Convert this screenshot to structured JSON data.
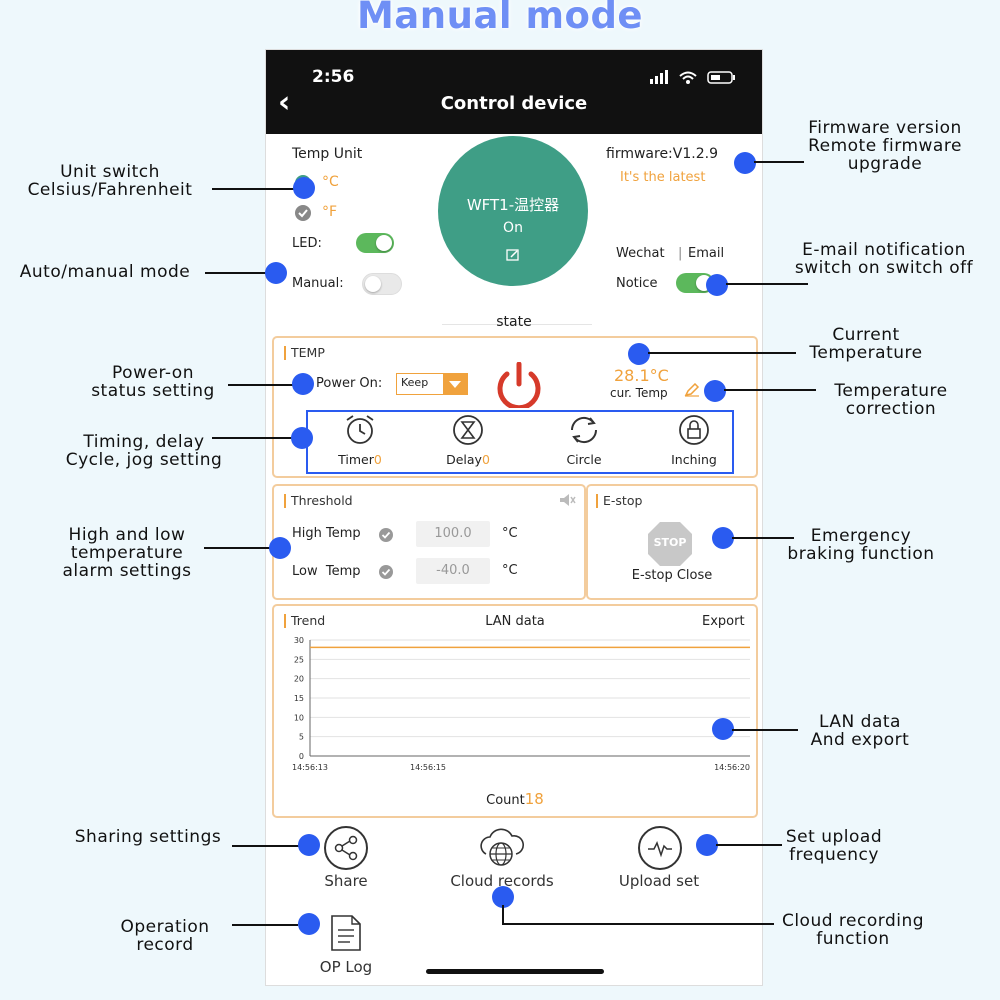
{
  "heading": "Manual mode",
  "status_bar": {
    "time": "2:56"
  },
  "nav": {
    "title": "Control device"
  },
  "top": {
    "temp_unit_label": "Temp Unit",
    "celsius": "°C",
    "fahrenheit": "°F",
    "led_label": "LED:",
    "manual_label": "Manual:",
    "firmware": "firmware:V1.2.9",
    "firmware_status": "It's the latest",
    "device_name": "WFT1-温控器",
    "device_state": "On",
    "wechat": "Wechat",
    "email": "Email",
    "notice": "Notice",
    "state_label": "state"
  },
  "temp": {
    "section_label": "TEMP",
    "power_on_label": "Power On:",
    "power_on_value": "Keep",
    "current_temp": "28.1°C",
    "cur_temp_label": "cur. Temp",
    "modes": [
      {
        "label": "Timer",
        "count": "0"
      },
      {
        "label": "Delay",
        "count": "0"
      },
      {
        "label": "Circle",
        "count": ""
      },
      {
        "label": "Inching",
        "count": ""
      }
    ]
  },
  "threshold": {
    "section_label": "Threshold",
    "high_label": "High Temp",
    "high_value": "100.0",
    "low_label": "Low  Temp",
    "low_value": "-40.0",
    "unit": "°C"
  },
  "estop": {
    "section_label": "E-stop",
    "sign_text": "STOP",
    "status": "E-stop Close"
  },
  "trend": {
    "section_label": "Trend",
    "center_label": "LAN data",
    "export_label": "Export",
    "count_label": "Count",
    "count_value": "18"
  },
  "chart_data": {
    "type": "line",
    "x": [
      "14:56:13",
      "14:56:15",
      "14:56:20"
    ],
    "y_ticks": [
      0,
      5,
      10,
      15,
      20,
      25,
      30
    ],
    "ylim": [
      0,
      30
    ],
    "series": [
      {
        "values": [
          28.1,
          28.1,
          28.1
        ]
      }
    ],
    "grid": true,
    "line_color": "#f0a23d"
  },
  "bottom": {
    "share": "Share",
    "cloud": "Cloud records",
    "upload": "Upload set",
    "oplog": "OP Log"
  },
  "annotations": {
    "unit_switch": "Unit switch\nCelsius/Fahrenheit",
    "auto_manual": "Auto/manual mode",
    "power_on": "Power-on\nstatus setting",
    "timing": "Timing, delay\nCycle, jog setting",
    "alarm": "High and low\ntemperature\nalarm settings",
    "sharing": "Sharing settings",
    "operation": "Operation\nrecord",
    "firmware": "Firmware version\nRemote firmware\nupgrade",
    "email_notice": "E-mail notification\nswitch on switch off",
    "current_temp": "Current\nTemperature",
    "temp_correction": "Temperature\ncorrection",
    "emergency": "Emergency\nbraking function",
    "lan_export": "LAN data\nAnd export",
    "upload_freq": "Set upload\nfrequency",
    "cloud_rec": "Cloud recording\nfunction"
  },
  "colors": {
    "accent": "#f0a23d",
    "device_circle": "#3f9e86",
    "toggle_on": "#5cb85c",
    "dot": "#2a5bf0",
    "power": "#d63a2a",
    "heading": "#6f8ff5"
  }
}
